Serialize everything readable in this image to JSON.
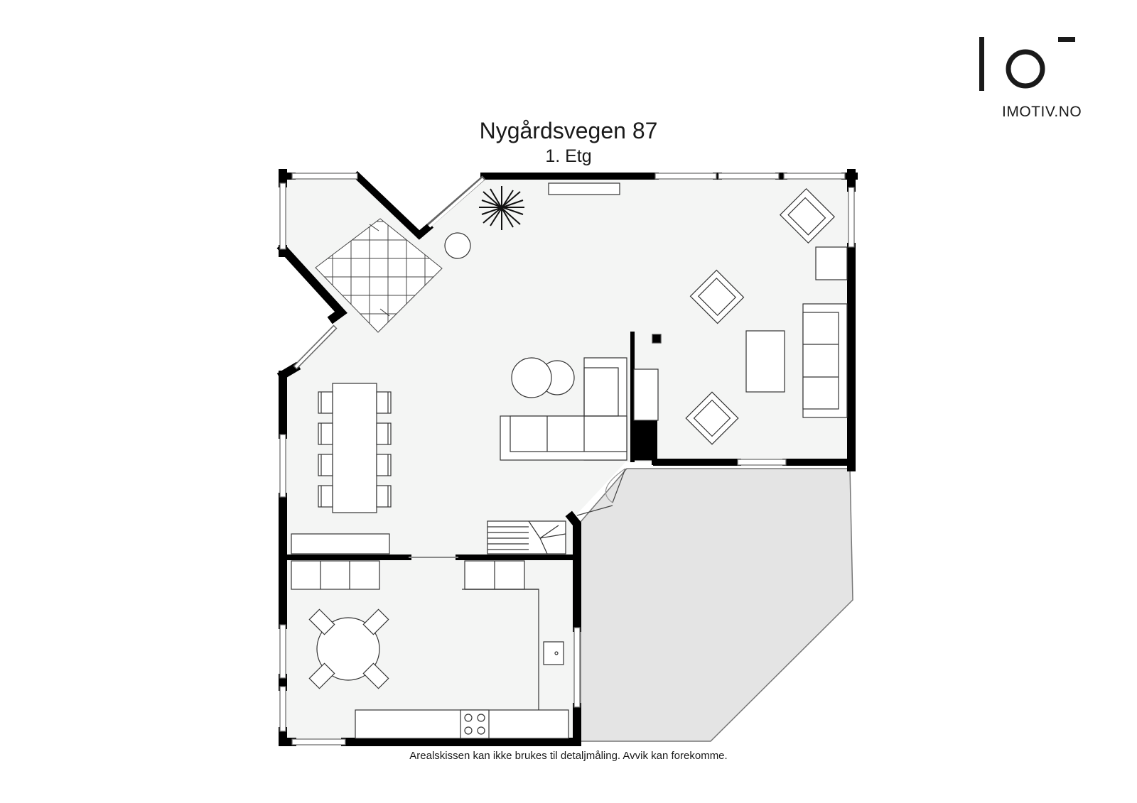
{
  "plan": {
    "title": "Nygårdsvegen 87",
    "floor": "1. Etg",
    "disclaimer": "Arealskissen kan ikke brukes til detaljmåling. Avvik kan forekomme."
  },
  "brand": {
    "name": "IMOTIV.NO"
  },
  "colors": {
    "wall": "#000000",
    "floor": "#f4f5f4",
    "terrace": "#e4e4e4",
    "furniture_stroke": "#333333"
  },
  "icons": [
    "imotiv-logo-icon",
    "plant-icon",
    "stairs-icon",
    "stove-icon",
    "sink-icon"
  ]
}
